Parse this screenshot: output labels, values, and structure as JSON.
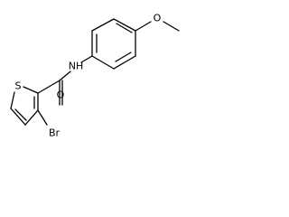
{
  "molecule": {
    "atoms": {
      "methoxy_o": "O",
      "amide_nh": "NH",
      "thiophene_s": "S",
      "carbonyl_o": "O",
      "bromine": "Br"
    },
    "colors": {
      "bond": "#000000",
      "label": "#000000",
      "background": "#ffffff"
    }
  }
}
